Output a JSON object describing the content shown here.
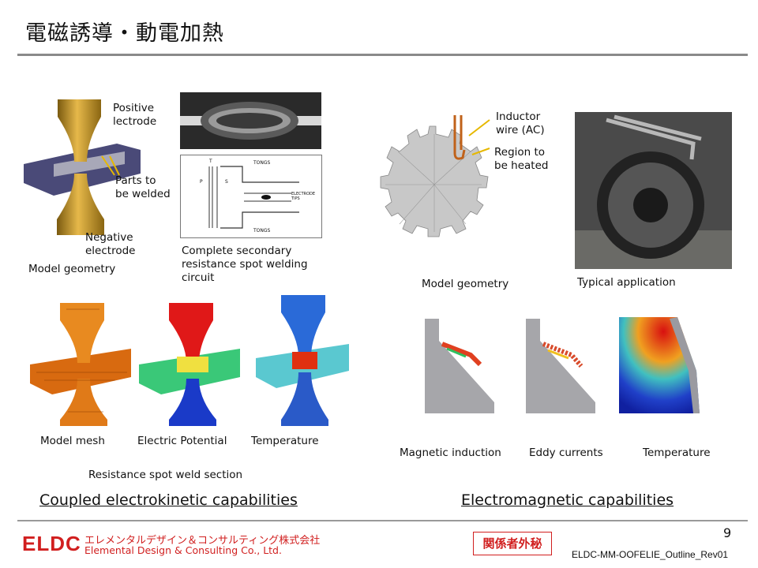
{
  "slide": {
    "title": "電磁誘導・動電加熱",
    "page_number": "9",
    "doc_id": "ELDC-MM-OOFELIE_Outline_Rev01"
  },
  "left": {
    "positive_electrode": "Positive\nlectrode",
    "parts_to_be_welded": "Parts to\nbe welded",
    "negative_electrode": "Negative\nelectrode",
    "model_geometry": "Model geometry",
    "circuit_caption": "Complete secondary\nresistance spot welding\ncircuit",
    "circuit_tongs_top": "TONGS",
    "circuit_tongs_bottom": "TONGS",
    "circuit_t1": "T",
    "circuit_p": "P",
    "circuit_s": "S",
    "circuit_electrode_tips": "ELECTRODE\nTIPS",
    "model_mesh": "Model mesh",
    "electric_potential": "Electric Potential",
    "temperature": "Temperature",
    "section_caption": "Resistance spot weld section",
    "heading": "Coupled electrokinetic capabilities"
  },
  "right": {
    "inductor_wire": "Inductor\nwire (AC)",
    "region_to_be_heated": "Region to\nbe heated",
    "model_geometry": "Model geometry",
    "typical_application": "Typical application",
    "magnetic_induction": "Magnetic induction",
    "eddy_currents": "Eddy currents",
    "temperature": "Temperature",
    "heading": "Electromagnetic capabilities"
  },
  "footer": {
    "logo": "ELDC",
    "company_jp": "エレメンタルデザイン＆コンサルティング株式会社",
    "company_en": "Elemental Design & Consulting Co., Ltd.",
    "confidential": "関係者外秘"
  },
  "colors": {
    "accent_red": "#d11f1f",
    "rule_gray": "#8a8a8a"
  }
}
